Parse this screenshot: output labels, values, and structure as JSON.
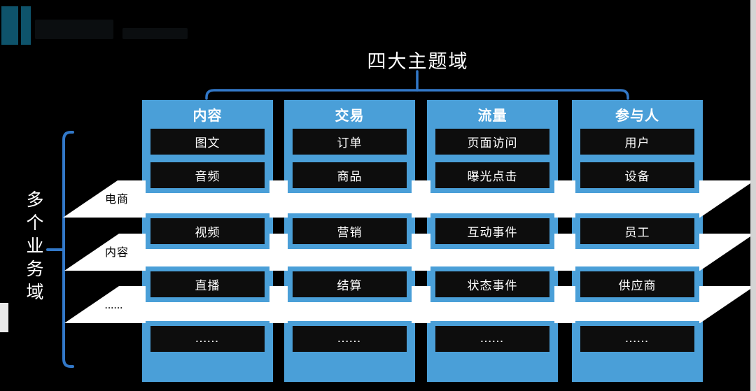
{
  "title": {
    "text": "四大主题域"
  },
  "left_axis": {
    "label": "多个业务域",
    "rows": [
      "电商",
      "内容",
      "......"
    ]
  },
  "columns": [
    {
      "header": "内容",
      "cells": [
        "图文",
        "音频",
        "视频",
        "直播",
        "......"
      ]
    },
    {
      "header": "交易",
      "cells": [
        "订单",
        "商品",
        "营销",
        "结算",
        "......"
      ]
    },
    {
      "header": "流量",
      "cells": [
        "页面访问",
        "曝光点击",
        "互动事件",
        "状态事件",
        "......"
      ]
    },
    {
      "header": "参与人",
      "cells": [
        "用户",
        "设备",
        "员工",
        "供应商",
        "......"
      ]
    }
  ],
  "colors": {
    "background": "#000000",
    "column_blue": "#4a9fd8",
    "bracket_blue": "#3278c8",
    "cell_black": "#0d0d0d",
    "band_white": "#ffffff",
    "logo_teal": "#0e536b",
    "edge_gray": "#d4d4d4"
  }
}
